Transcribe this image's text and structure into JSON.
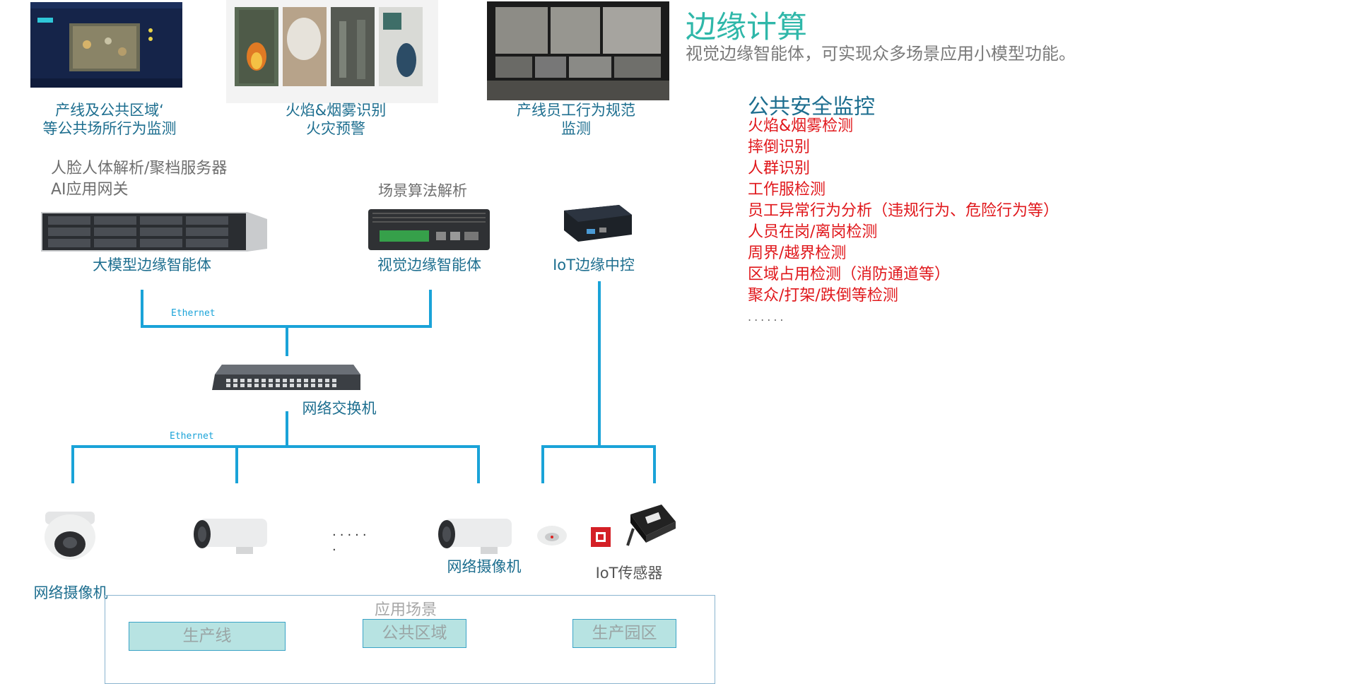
{
  "header": {
    "title": "边缘计算",
    "subtitle": "视觉边缘智能体，可实现众多场景应用小模型功能。"
  },
  "scenarios": {
    "heading": "公共安全监控",
    "items": [
      "火焰&烟雾检测",
      "摔倒识别",
      "人群识别",
      "工作服检测",
      "员工异常行为分析（违规行为、危险行为等）",
      "人员在岗/离岗检测",
      "周界/越界检测",
      "区域占用检测（消防通道等）",
      "聚众/打架/跌倒等检测"
    ],
    "more": "......"
  },
  "top_images": {
    "dashboard_caption": [
      "产线及公共区域‘",
      "等公共场所行为监测"
    ],
    "fire_caption": [
      "火焰&烟雾识别",
      "火灾预警"
    ],
    "worker_caption": [
      "产线员工行为规范",
      "监测"
    ]
  },
  "devices": {
    "server_desc": [
      "人脸人体解析/聚档服务器",
      "AI应用网关"
    ],
    "server_label": "大模型边缘智能体",
    "box_desc": "场景算法解析",
    "box_label": "视觉边缘智能体",
    "iot_label": "IoT边缘中控",
    "switch_label": "网络交换机",
    "ethernet_top": "Ethernet",
    "ethernet_bottom": "Ethernet"
  },
  "endpoints": {
    "camera_label_left": "网络摄像机",
    "camera_label_right": "网络摄像机",
    "dots_line1": ".....",
    "dots_line2": ".",
    "iot_sensor_label": "IoT传感器"
  },
  "scene": {
    "title": "应用场景",
    "tags": [
      "生产线",
      "公共区域",
      "生产园区"
    ]
  },
  "colors": {
    "accent_teal": "#2fb7a9",
    "line_blue": "#1aa3d8",
    "caption_blue": "#1d6e8f",
    "list_red": "#e0171b"
  }
}
